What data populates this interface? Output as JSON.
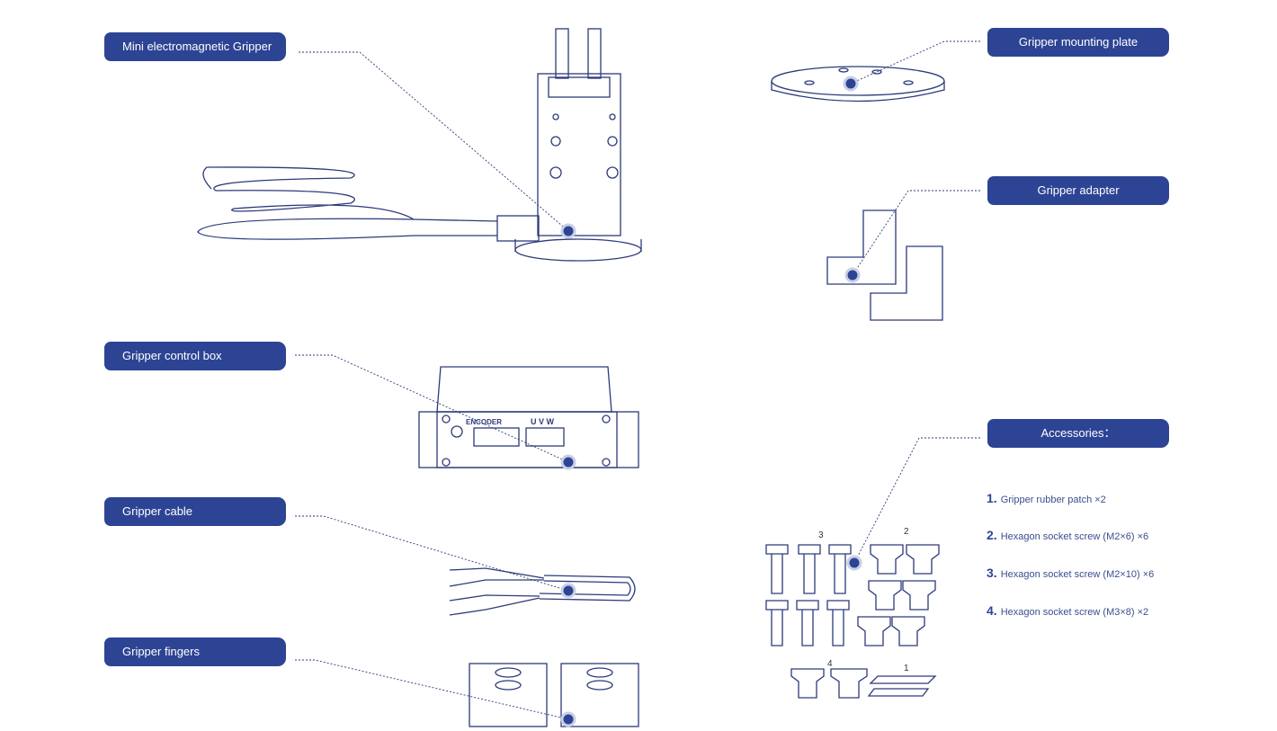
{
  "labels": {
    "mini_gripper": "Mini electromagnetic Gripper",
    "control_box": "Gripper control box",
    "cable": "Gripper cable",
    "fingers": "Gripper fingers",
    "mounting_plate": "Gripper mounting plate",
    "adapter": "Gripper adapter",
    "accessories": "Accessories："
  },
  "control_box_text": {
    "encoder": "ENCODER",
    "uvw": "U V W"
  },
  "accessories": [
    {
      "num": "1.",
      "text": "Gripper rubber patch ×2"
    },
    {
      "num": "2.",
      "text": "Hexagon socket screw (M2×6) ×6"
    },
    {
      "num": "3.",
      "text": "Hexagon socket screw (M2×10) ×6"
    },
    {
      "num": "4.",
      "text": "Hexagon socket screw (M3×8) ×2"
    }
  ],
  "part_numbers": [
    "1",
    "2",
    "3",
    "4"
  ],
  "colors": {
    "label_bg": "#2d4494",
    "line": "#2d3a7a",
    "dot": "#2d4494"
  }
}
